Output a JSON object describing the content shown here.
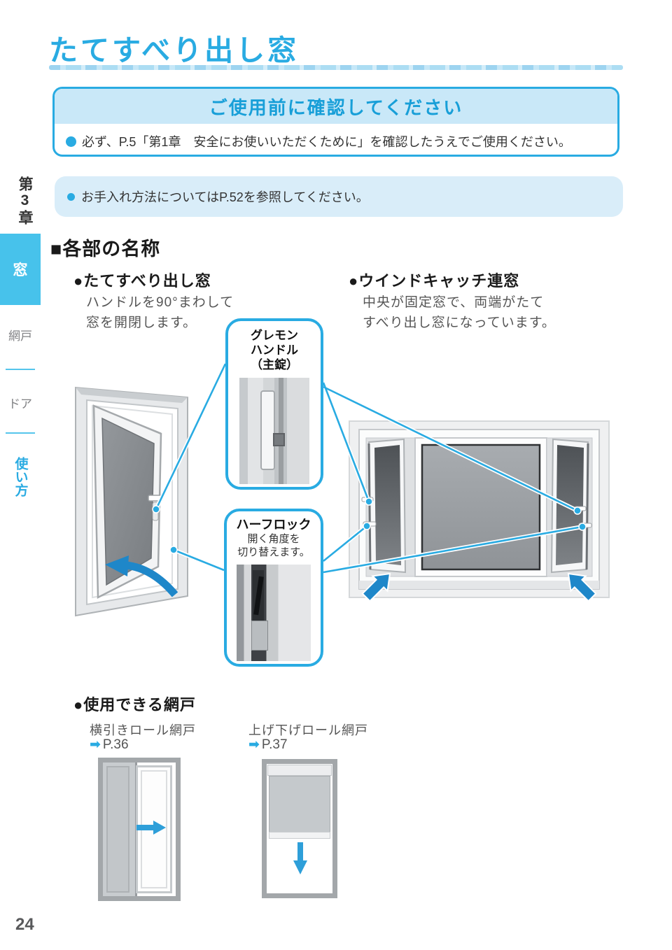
{
  "title": "たてすべり出し窓",
  "page_number": "24",
  "confirm_box": {
    "title": "ご使用前に確認してください",
    "text": "必ず、P.5「第1章　安全にお使いいただくために」を確認したうえでご使用ください。"
  },
  "note": {
    "text": "お手入れ方法についてはP.52を参照してください。"
  },
  "sidebar": {
    "chapter": "第3章",
    "items": [
      {
        "label": "窓"
      },
      {
        "label": "網戸"
      },
      {
        "label": "ドア"
      },
      {
        "label": "使い方"
      }
    ]
  },
  "section": {
    "marker": "■",
    "title": "各部の名称"
  },
  "sub_left": {
    "bullet": "●",
    "title": "たてすべり出し窓",
    "line1": "ハンドルを90°まわして",
    "line2": "窓を開閉します。"
  },
  "sub_right": {
    "bullet": "●",
    "title": "ウインドキャッチ連窓",
    "line1": "中央が固定窓で、両端がたて",
    "line2": "すべり出し窓になっています。"
  },
  "callout_gremon": {
    "line1": "グレモン",
    "line2": "ハンドル",
    "line3": "（主錠）"
  },
  "callout_halflock": {
    "title": "ハーフロック",
    "line1": "開く角度を",
    "line2": "切り替えます。"
  },
  "screens": {
    "bullet": "●",
    "title": "使用できる網戸",
    "arrow_glyph": "➡",
    "items": [
      {
        "name": "横引きロール網戸",
        "ref": "P.36"
      },
      {
        "name": "上げ下げロール網戸",
        "ref": "P.37"
      }
    ]
  },
  "colors": {
    "accent": "#29ABE2",
    "tab_blue": "#47C2EB",
    "header_band": "#C9E8F8",
    "note_bg": "#D9EDF9",
    "deep_arrow_blue": "#1E87C9"
  }
}
